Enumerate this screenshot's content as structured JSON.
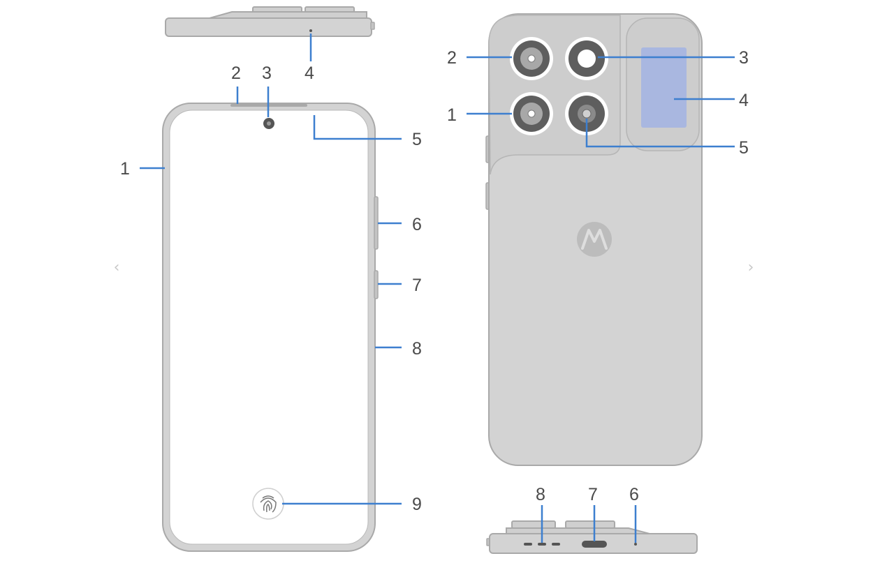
{
  "front_labels": {
    "l1": "1",
    "l2": "2",
    "l3": "3",
    "l4": "4",
    "l5": "5",
    "l6": "6",
    "l7": "7",
    "l8": "8",
    "l9": "9"
  },
  "back_labels": {
    "l1": "1",
    "l2": "2",
    "l3": "3",
    "l4": "4",
    "l5": "5"
  },
  "bottom_labels": {
    "l6": "6",
    "l7": "7",
    "l8": "8"
  },
  "nav": {
    "prev": "‹",
    "next": "›"
  },
  "colors": {
    "leader": "#3d7fcf",
    "body_fill": "#d3d3d3",
    "outline": "#a9a9a9",
    "flash_panel": "#a9b7e0",
    "lens_dark": "#5e5e5e",
    "label_text": "#4a4a4a"
  },
  "icons": [
    "fingerprint-icon",
    "motorola-logo",
    "chevron-left-icon",
    "chevron-right-icon"
  ]
}
